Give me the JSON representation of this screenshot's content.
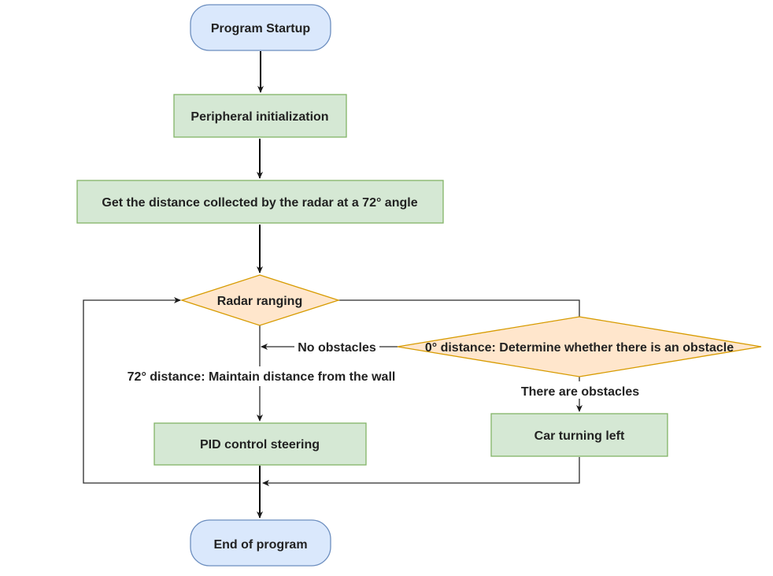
{
  "colors": {
    "terminal_fill": "#dae8fc",
    "terminal_stroke": "#6c8ebf",
    "process_fill": "#d5e8d4",
    "process_stroke": "#82b366",
    "decision_fill": "#ffe6cc",
    "decision_stroke": "#d79b00",
    "edge": "#2b2b2b"
  },
  "nodes": {
    "start": {
      "label": "Program Startup",
      "shape": "terminal"
    },
    "init": {
      "label": "Peripheral initialization",
      "shape": "process"
    },
    "get_distance": {
      "label": "Get the distance collected by the radar at a 72° angle",
      "shape": "process"
    },
    "radar_ranging": {
      "label": "Radar ranging",
      "shape": "decision"
    },
    "obstacle_check": {
      "label": "0° distance: Determine whether there is an obstacle",
      "shape": "decision"
    },
    "pid": {
      "label": "PID control steering",
      "shape": "process"
    },
    "turn_left": {
      "label": "Car turning left",
      "shape": "process"
    },
    "end": {
      "label": "End of program",
      "shape": "terminal"
    }
  },
  "edges": {
    "no_obstacles": "No obstacles",
    "maintain_distance": "72° distance: Maintain distance from the wall",
    "there_are_obstacles": "There are obstacles"
  }
}
